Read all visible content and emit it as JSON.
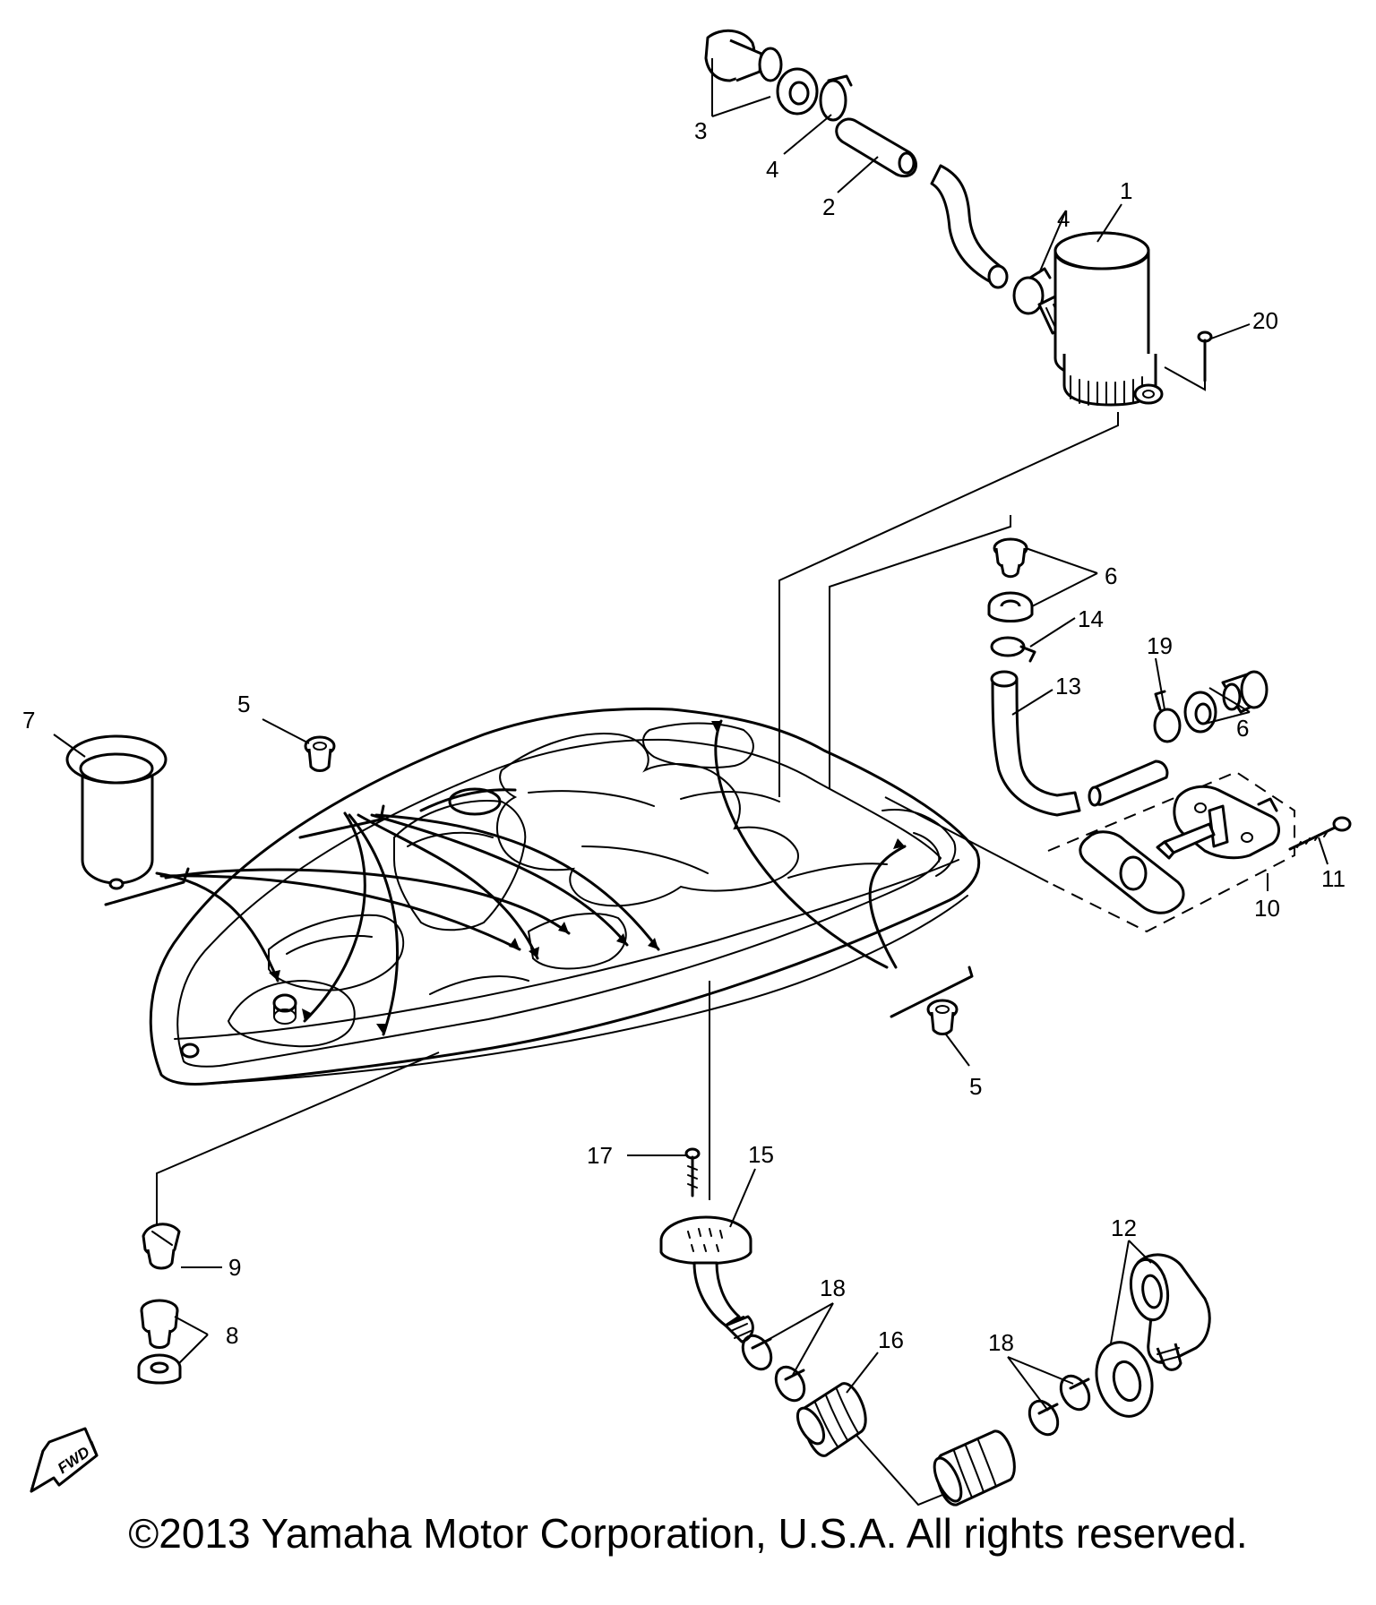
{
  "copyright": "©2013 Yamaha Motor Corporation, U.S.A. All rights reserved.",
  "fwd_label": "FWD",
  "callouts": {
    "c1": "1",
    "c2": "2",
    "c3": "3",
    "c4a": "4",
    "c4b": "4",
    "c5a": "5",
    "c5b": "5",
    "c6a": "6",
    "c6b": "6",
    "c7": "7",
    "c8": "8",
    "c9": "9",
    "c10": "10",
    "c11": "11",
    "c12": "12",
    "c13": "13",
    "c14": "14",
    "c15": "15",
    "c16": "16",
    "c17": "17",
    "c18a": "18",
    "c18b": "18",
    "c19": "19",
    "c20": "20"
  }
}
